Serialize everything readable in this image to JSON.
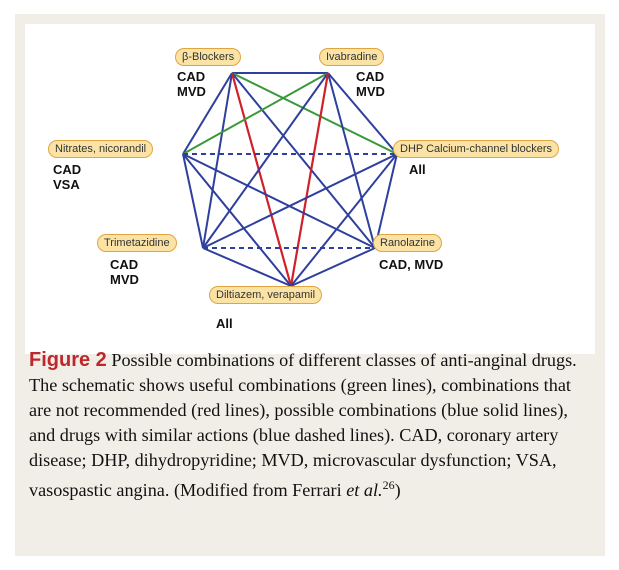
{
  "nodes": {
    "beta_blockers": {
      "label": "β-Blockers",
      "indications": [
        "CAD",
        "MVD"
      ]
    },
    "ivabradine": {
      "label": "Ivabradine",
      "indications": [
        "CAD",
        "MVD"
      ]
    },
    "nitrates": {
      "label": "Nitrates, nicorandil",
      "indications": [
        "CAD",
        "VSA"
      ]
    },
    "dhp": {
      "label": "DHP Calcium-channel blockers",
      "indications": [
        "All"
      ]
    },
    "trimetazidine": {
      "label": "Trimetazidine",
      "indications": [
        "CAD",
        "MVD"
      ]
    },
    "ranolazine": {
      "label": "Ranolazine",
      "indications": [
        "CAD, MVD"
      ]
    },
    "diltiazem": {
      "label": "Diltiazem, verapamil",
      "indications": [
        "All"
      ]
    }
  },
  "line_styles": {
    "green": "#3a9a3a",
    "red": "#d0202a",
    "blue": "#2e3f9e"
  },
  "edges": [
    {
      "from": "beta_blockers",
      "to": "ivabradine",
      "type": "blue-solid"
    },
    {
      "from": "beta_blockers",
      "to": "nitrates",
      "type": "blue-solid"
    },
    {
      "from": "beta_blockers",
      "to": "dhp",
      "type": "green"
    },
    {
      "from": "beta_blockers",
      "to": "trimetazidine",
      "type": "blue-solid"
    },
    {
      "from": "beta_blockers",
      "to": "ranolazine",
      "type": "blue-solid"
    },
    {
      "from": "beta_blockers",
      "to": "diltiazem",
      "type": "red"
    },
    {
      "from": "ivabradine",
      "to": "nitrates",
      "type": "green"
    },
    {
      "from": "ivabradine",
      "to": "dhp",
      "type": "blue-solid"
    },
    {
      "from": "ivabradine",
      "to": "trimetazidine",
      "type": "blue-solid"
    },
    {
      "from": "ivabradine",
      "to": "ranolazine",
      "type": "blue-solid"
    },
    {
      "from": "ivabradine",
      "to": "diltiazem",
      "type": "red"
    },
    {
      "from": "nitrates",
      "to": "dhp",
      "type": "blue-dashed"
    },
    {
      "from": "nitrates",
      "to": "trimetazidine",
      "type": "blue-solid"
    },
    {
      "from": "nitrates",
      "to": "ranolazine",
      "type": "blue-solid"
    },
    {
      "from": "nitrates",
      "to": "diltiazem",
      "type": "blue-solid"
    },
    {
      "from": "dhp",
      "to": "trimetazidine",
      "type": "blue-solid"
    },
    {
      "from": "dhp",
      "to": "ranolazine",
      "type": "blue-solid"
    },
    {
      "from": "dhp",
      "to": "diltiazem",
      "type": "blue-solid"
    },
    {
      "from": "trimetazidine",
      "to": "ranolazine",
      "type": "blue-dashed"
    },
    {
      "from": "trimetazidine",
      "to": "diltiazem",
      "type": "blue-solid"
    },
    {
      "from": "ranolazine",
      "to": "diltiazem",
      "type": "blue-solid"
    }
  ],
  "caption": {
    "label": "Figure 2",
    "text": " Possible combinations of different classes of anti-anginal drugs. The schematic shows useful combinations (green lines), combinations that are not recommended (red lines), possible combinations (blue solid lines), and drugs with similar actions (blue dashed lines). CAD, coronary artery disease; DHP, dihydropyridine; MVD, microvascular dysfunction; VSA, vasospastic angina. (Modified from Ferrari ",
    "et_al": "et al.",
    "ref": "26",
    "close": ")"
  }
}
